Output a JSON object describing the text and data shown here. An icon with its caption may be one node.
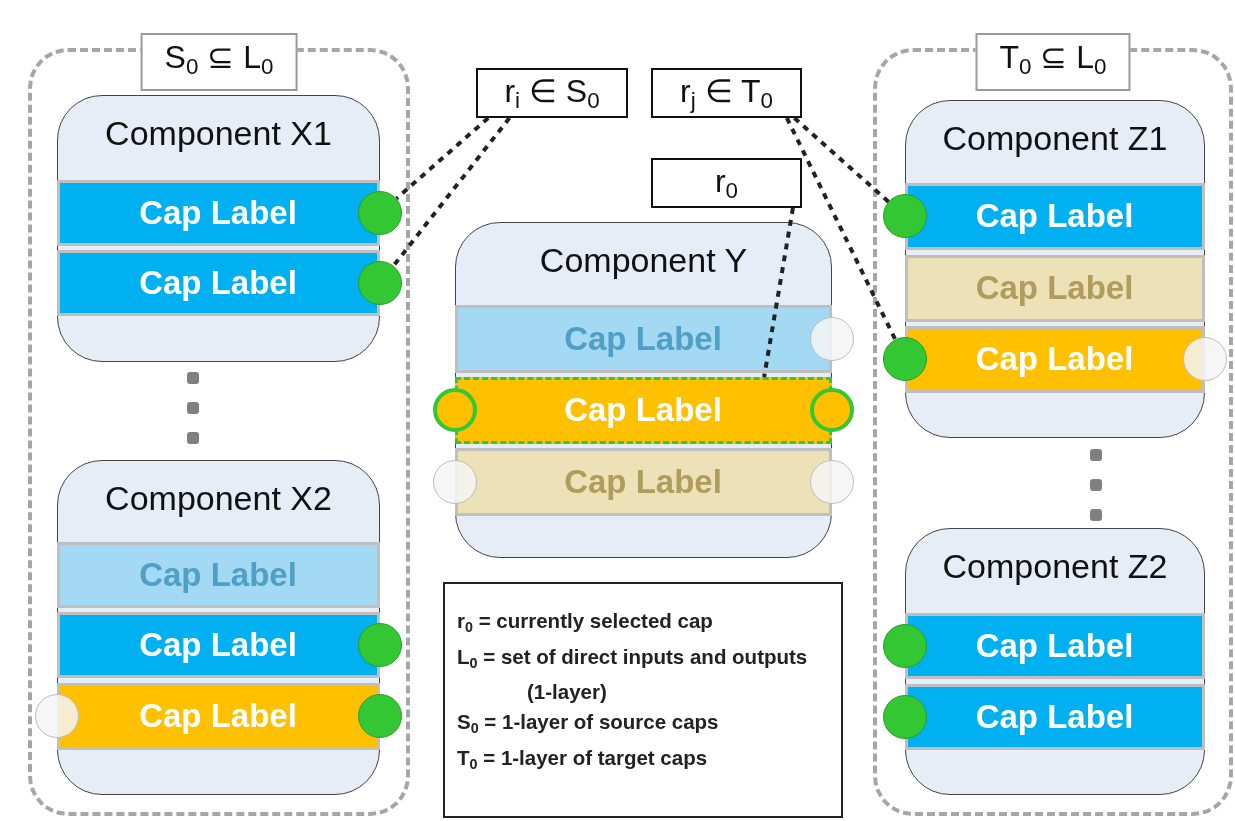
{
  "diagram": {
    "nodes": [
      {
        "text": [
          "S$_{0}$ ⊆ L$_{0}$"
        ]
      },
      {
        "text": [
          "Component X1"
        ],
        "in": 0
      },
      {
        "text": [
          "Cap Label"
        ],
        "in": 1
      },
      {
        "text": [
          "Cap Label"
        ],
        "in": 1
      },
      {
        "text": [
          "Component X2"
        ],
        "in": 0
      },
      {
        "text": [
          "Cap Label"
        ],
        "in": 4
      },
      {
        "text": [
          "Cap Label"
        ],
        "in": 4
      },
      {
        "text": [
          "Cap Label"
        ],
        "in": 4
      },
      {
        "text": [
          "r$_{i}$ ∈ S$_{0}$"
        ]
      },
      {
        "text": [
          "r$_{j}$ ∈ T$_{0}$"
        ]
      },
      {
        "text": [
          "r$_{0}$"
        ]
      },
      {
        "text": [
          "Component Y"
        ]
      },
      {
        "text": [
          "Cap Label"
        ],
        "in": 11
      },
      {
        "text": [
          "Cap Label"
        ],
        "in": 11
      },
      {
        "text": [
          "Cap Label"
        ],
        "in": 11
      },
      {
        "text": [
          "T$_{0}$ ⊆ L$_{0}$"
        ]
      },
      {
        "text": [
          "Component Z1"
        ],
        "in": 15
      },
      {
        "text": [
          "Cap Label"
        ],
        "in": 16
      },
      {
        "text": [
          "Cap Label"
        ],
        "in": 16
      },
      {
        "text": [
          "Cap Label"
        ],
        "in": 16
      },
      {
        "text": [
          "Component Z2"
        ],
        "in": 15
      },
      {
        "text": [
          "Cap Label"
        ],
        "in": 20
      },
      {
        "text": [
          "Cap Label"
        ],
        "in": 20
      },
      {
        "text": [
          "r$_{0}$ = currently selected cap",
          "L$_{0}$ = set of direct inputs and outputs (1-layer)",
          "S$_{0}$ = 1-layer of source caps",
          "T$_{0}$ = 1-layer of target caps"
        ]
      }
    ],
    "edges": [
      {
        "from": 8,
        "to": 2,
        "arrow": "none",
        "style": "dashed"
      },
      {
        "from": 8,
        "to": 3,
        "arrow": "none",
        "style": "dashed"
      },
      {
        "from": 9,
        "to": 17,
        "arrow": "none",
        "style": "dashed"
      },
      {
        "from": 9,
        "to": 19,
        "arrow": "none",
        "style": "dashed"
      },
      {
        "from": 10,
        "to": 13,
        "arrow": "none",
        "style": "dashed"
      }
    ]
  }
}
